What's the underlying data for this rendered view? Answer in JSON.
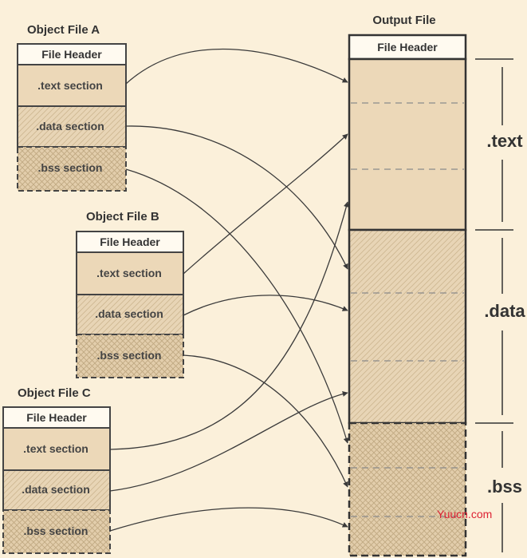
{
  "objects": [
    {
      "title": "Object File A",
      "header": "File Header",
      "text": ".text section",
      "data": ".data section",
      "bss": ".bss section"
    },
    {
      "title": "Object File B",
      "header": "File Header",
      "text": ".text section",
      "data": ".data section",
      "bss": ".bss section"
    },
    {
      "title": "Object File C",
      "header": "File Header",
      "text": ".text section",
      "data": ".data section",
      "bss": ".bss section"
    }
  ],
  "output": {
    "title": "Output File",
    "header": "File Header",
    "labels": {
      "text": ".text",
      "data": ".data",
      "bss": ".bss"
    }
  },
  "watermark": "Yuucn.com",
  "colors": {
    "background": "#fbf0da",
    "text_fill": "#ecd8b8",
    "hatch_bg": "#e6d2b2",
    "line": "#3a3a3a"
  }
}
